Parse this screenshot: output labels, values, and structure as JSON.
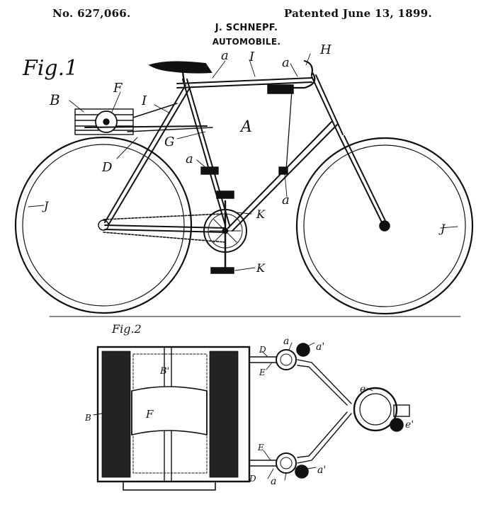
{
  "header": {
    "patent_number": "No. 627,066.",
    "patent_date": "Patented June 13, 1899.",
    "inventor": "J. SCHNEPF.",
    "title": "AUTOMOBILE."
  },
  "figures": {
    "fig1": "Fig.1",
    "fig2": "Fig.2"
  },
  "labels_fig1": {
    "A": "A",
    "B": "B",
    "D": "D",
    "F": "F",
    "G": "G",
    "H": "H",
    "I_top": "I",
    "I_left": "I",
    "a_seat": "a",
    "a_top": "a",
    "a_mid": "a",
    "a_right": "a",
    "J_left": "J",
    "J_right": "J",
    "K_chain": "K",
    "K_pedal": "K"
  },
  "labels_fig2": {
    "B_prime": "B'",
    "B": "B",
    "F": "F",
    "D_top": "D",
    "E_top": "E",
    "E_bottom": "E",
    "D_bottom": "D",
    "a_top": "a",
    "a_prime_top": "a'",
    "a_bottom": "a",
    "a_prime_bottom": "a'",
    "e": "e",
    "e_prime": "e'"
  },
  "colors": {
    "ink": "#111111",
    "paper": "#ffffff"
  }
}
